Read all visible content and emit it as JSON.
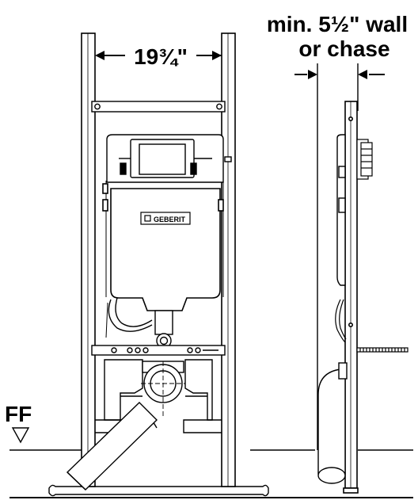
{
  "dimensions": {
    "frame_width_label": "19¾\"",
    "wall_line1": "min. 5½\" wall",
    "wall_line2": "or chase"
  },
  "floor_marker": {
    "label": "FF",
    "symbol": "▽"
  },
  "brand": {
    "logo_text": "GEBERIT"
  },
  "colors": {
    "line": "#000000",
    "fill": "#ffffff"
  }
}
